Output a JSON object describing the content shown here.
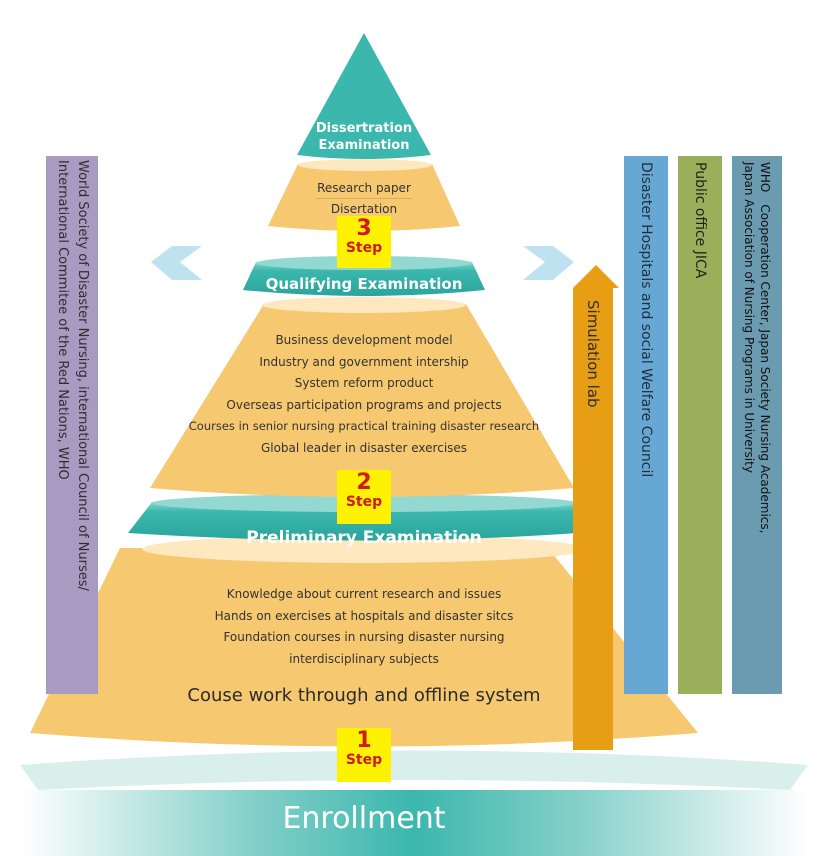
{
  "peak": {
    "label_line1": "Dissertration",
    "label_line2": "Examination"
  },
  "research_box": {
    "lines": [
      "Research paper",
      "Disertation"
    ]
  },
  "step3": {
    "number": "3",
    "word": "Step"
  },
  "qualifying": {
    "label": "Qualifying Examination"
  },
  "middle_box": {
    "lines": [
      "Business development model",
      "Industry and government intership",
      "System reform product",
      "Overseas participation programs and projects",
      "Courses in senior nursing practical training disaster research",
      "Global leader in disaster exercises"
    ]
  },
  "step2": {
    "number": "2",
    "word": "Step"
  },
  "preliminary": {
    "label": "Preliminary Examination"
  },
  "base_box": {
    "lines": [
      "Knowledge about current research and issues",
      "Hands on exercises at hospitals and disaster sitcs",
      "Foundation courses in nursing disaster nursing",
      "interdisciplinary subjects"
    ],
    "heading": "Couse work through and offline system"
  },
  "step1": {
    "number": "1",
    "word": "Step"
  },
  "enrollment": {
    "label": "Enrollment"
  },
  "left_bar": {
    "line1": "World Society of Disaster Nursing, international Council of Nurses/",
    "line2": "International Commitee of the Red Nations, WHO"
  },
  "simulation_bar": {
    "label": "Simulation lab"
  },
  "blue_bar": {
    "label": "Disaster Hospitals and social Welfare Council"
  },
  "green_bar": {
    "label": "Public office JICA"
  },
  "steel_bar": {
    "line1": "WHO　Cooperation Center, Japan Society Nursing Academics,",
    "line2": "Japan Association of Nursing Programs in University"
  },
  "colors": {
    "teal": "#3bb7ae",
    "teal_dark": "#2aa59c",
    "tan": "#f6c870",
    "tan_light": "#fde8bf",
    "purple": "#a89ac0",
    "orange": "#e79d14",
    "blue": "#67a7d4",
    "olive": "#9aaf5a",
    "steel": "#6b9bb1",
    "yellow": "#fff200",
    "red": "#d3191d"
  }
}
